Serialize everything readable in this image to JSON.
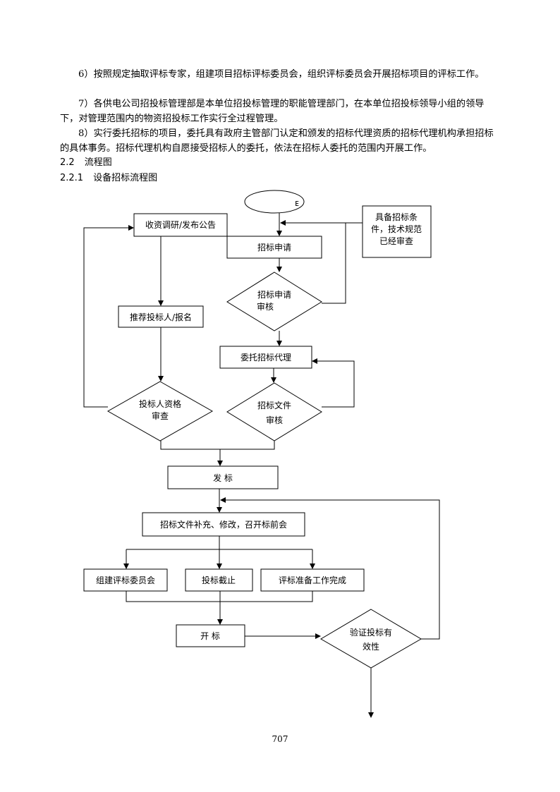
{
  "paragraphs": [
    "6）按照规定抽取评标专家，组建项目招标评标委员会，组织评标委员会开展招标项目的评标工作。",
    "7）各供电公司招投标管理部是本单位招投标管理的职能管理部门，在本单位招投标领导小组的领导下，对管理范围内的物资招投标工作实行全过程管理。",
    "8）实行委托招标的项目，委托具有政府主管部门认定和颁发的招标代理资质的招标代理机构承担招标的具体事务。招标代理机构自愿接受招标人的委托，依法在招标人委托的范围内开展工作。"
  ],
  "section": {
    "num": "2.2",
    "title": "流程图"
  },
  "subsection": {
    "num": "2.2.1",
    "title": "设备招标流程图"
  },
  "flowchart": {
    "start_label": "ᴇ",
    "condition": [
      "具备招标条",
      "件，技术规范",
      "已经审查"
    ],
    "collect": "收资调研/发布公告",
    "apply": "招标申请",
    "apply_review": [
      "招标申请",
      "审核"
    ],
    "recommend": "推荐投标人/报名",
    "entrust": "委托招标代理",
    "bidder_review": [
      "投标人资格",
      "审查"
    ],
    "doc_review": [
      "招标文件",
      "审核"
    ],
    "issue": "发   标",
    "supplement": "招标文件补充、修改，召开标前会",
    "committee": "组建评标委员会",
    "deadline": "投标截止",
    "prep_done": "评标准备工作完成",
    "open": "开   标",
    "verify": [
      "验证投标有",
      "效性"
    ]
  },
  "page_number": "707"
}
